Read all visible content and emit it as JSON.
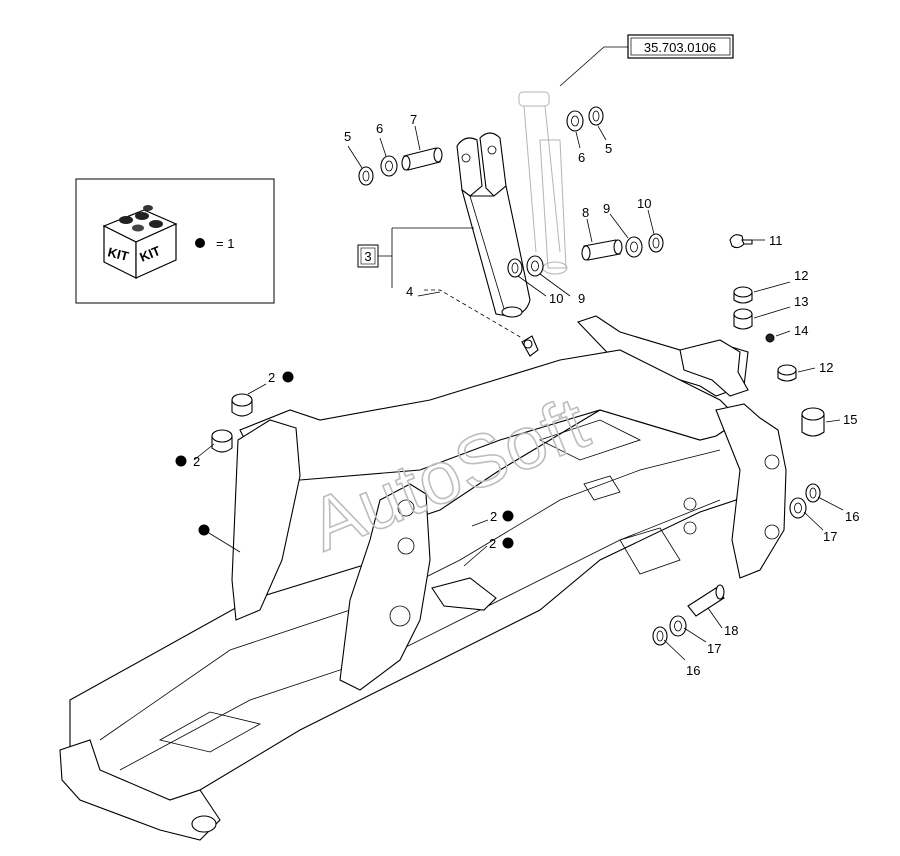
{
  "diagram": {
    "reference_code": "35.703.0106",
    "kit_box": {
      "kit_text_left": "KIT",
      "kit_text_right": "KIT",
      "equals_text": "= 1"
    },
    "assembly_label": "3",
    "watermark": "AutoSoft",
    "callouts": [
      {
        "id": "c5a",
        "text": "5"
      },
      {
        "id": "c6a",
        "text": "6"
      },
      {
        "id": "c7",
        "text": "7"
      },
      {
        "id": "c6b",
        "text": "6"
      },
      {
        "id": "c5b",
        "text": "5"
      },
      {
        "id": "c8",
        "text": "8"
      },
      {
        "id": "c9a",
        "text": "9"
      },
      {
        "id": "c10a",
        "text": "10"
      },
      {
        "id": "c10b",
        "text": "10"
      },
      {
        "id": "c9b",
        "text": "9"
      },
      {
        "id": "c4",
        "text": "4"
      },
      {
        "id": "c11",
        "text": "11"
      },
      {
        "id": "c12a",
        "text": "12"
      },
      {
        "id": "c13",
        "text": "13"
      },
      {
        "id": "c14",
        "text": "14"
      },
      {
        "id": "c12b",
        "text": "12"
      },
      {
        "id": "c15",
        "text": "15"
      },
      {
        "id": "c16a",
        "text": "16"
      },
      {
        "id": "c17a",
        "text": "17"
      },
      {
        "id": "c18",
        "text": "18"
      },
      {
        "id": "c17b",
        "text": "17"
      },
      {
        "id": "c16b",
        "text": "16"
      },
      {
        "id": "c2a",
        "text": "2"
      },
      {
        "id": "c2b",
        "text": "2"
      },
      {
        "id": "c2c",
        "text": "2"
      },
      {
        "id": "c2d",
        "text": "2"
      }
    ]
  }
}
